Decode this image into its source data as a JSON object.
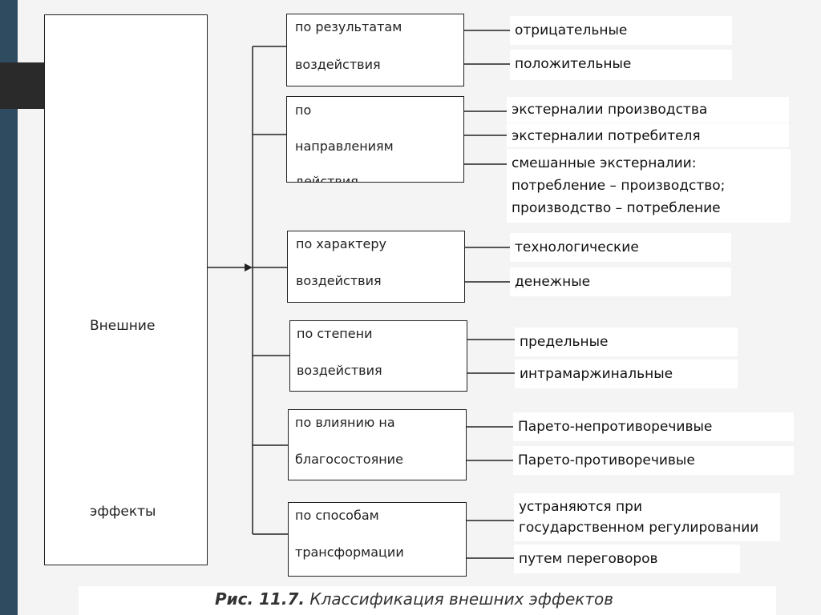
{
  "root": {
    "line1": "Внешние",
    "line2": "эффекты"
  },
  "categories": [
    {
      "line1": "по результатам",
      "line2": "воздействия",
      "leaves": [
        "отрицательные",
        "положительные"
      ]
    },
    {
      "line1": "по",
      "line2": "направлениям",
      "line3": "действия",
      "leaves": [
        "экстерналии производства",
        "экстерналии потребителя",
        "смешанные экстерналии:\nпотребление – производство;\nпроизводство – потребление"
      ]
    },
    {
      "line1": "по характеру",
      "line2": "воздействия",
      "leaves": [
        "технологические",
        "денежные"
      ]
    },
    {
      "line1": "по степени",
      "line2": "воздействия",
      "leaves": [
        "предельные",
        "интрамаржинальные"
      ]
    },
    {
      "line1": "по влиянию на",
      "line2": "благосостояние",
      "leaves": [
        "Парето-непротиворечивые",
        "Парето-противоречивые"
      ]
    },
    {
      "line1": "по способам",
      "line2": "трансформации",
      "leaves": [
        "устраняются при\nгосударственном регулировании",
        "путем переговоров"
      ]
    }
  ],
  "caption": {
    "label": "Рис. 11.7.",
    "text": "Классификация внешних эффектов"
  }
}
